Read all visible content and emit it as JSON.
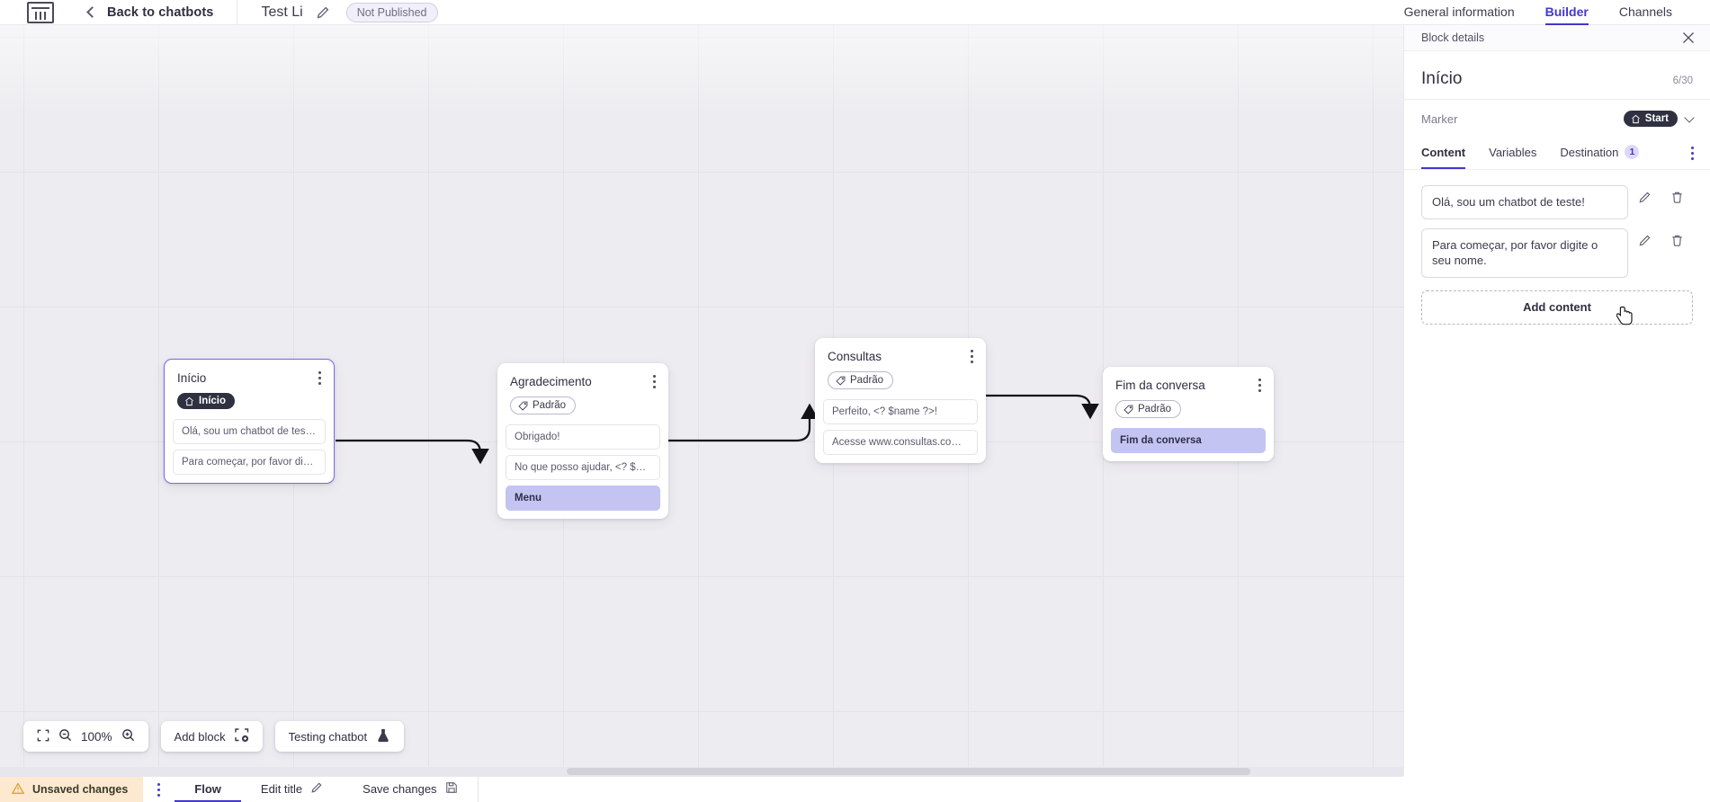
{
  "header": {
    "logo_icon": "app-logo-icon",
    "back_label": "Back to chatbots",
    "bot_name": "Test Li",
    "edit_icon": "pencil-icon",
    "status_badge": "Not Published",
    "tabs": [
      {
        "label": "General information",
        "active": false
      },
      {
        "label": "Builder",
        "active": true
      },
      {
        "label": "Channels",
        "active": false
      }
    ]
  },
  "canvas": {
    "zoom_level": "100%",
    "fit_icon": "fit-screen-icon",
    "zoom_out_icon": "zoom-out-icon",
    "zoom_in_icon": "zoom-in-icon",
    "add_block_label": "Add block",
    "add_block_icon": "add-block-icon",
    "testing_label": "Testing chatbot",
    "testing_icon": "flask-icon",
    "blocks": [
      {
        "id": "inicio",
        "title": "Início",
        "tag": "Início",
        "tag_type": "start",
        "selected": true,
        "messages": [
          {
            "text": "Olá, sou um chatbot de teste!",
            "highlight": false
          },
          {
            "text": "Para começar, por favor digite o ...",
            "highlight": false
          }
        ]
      },
      {
        "id": "agradecimento",
        "title": "Agradecimento",
        "tag": "Padrão",
        "tag_type": "padrao",
        "selected": false,
        "messages": [
          {
            "text": "Obrigado!",
            "highlight": false
          },
          {
            "text": "No que posso ajudar, <? $name ...",
            "highlight": false
          },
          {
            "text": "Menu",
            "highlight": true
          }
        ]
      },
      {
        "id": "consultas",
        "title": "Consultas",
        "tag": "Padrão",
        "tag_type": "padrao",
        "selected": false,
        "messages": [
          {
            "text": "Perfeito, <? $name ?>!",
            "highlight": false
          },
          {
            "text": "Acesse www.consultas.com par...",
            "highlight": false
          }
        ]
      },
      {
        "id": "fim",
        "title": "Fim da conversa",
        "tag": "Padrão",
        "tag_type": "padrao",
        "selected": false,
        "messages": [
          {
            "text": "Fim da conversa",
            "highlight": true
          }
        ]
      }
    ]
  },
  "panel": {
    "header_label": "Block details",
    "close_icon": "close-icon",
    "title": "Início",
    "char_count": "6/30",
    "marker_label": "Marker",
    "marker_value": "Start",
    "marker_icon": "home-icon",
    "marker_chevron": "chevron-down-icon",
    "tabs": [
      {
        "label": "Content",
        "active": true,
        "badge": null
      },
      {
        "label": "Variables",
        "active": false,
        "badge": null
      },
      {
        "label": "Destination",
        "active": false,
        "badge": "1"
      }
    ],
    "overflow_icon": "more-vertical-icon",
    "contents": [
      {
        "text": "Olá, sou um chatbot de teste!",
        "edit_icon": "pencil-icon",
        "delete_icon": "trash-icon"
      },
      {
        "text": "Para começar, por favor digite o seu nome.",
        "edit_icon": "pencil-icon",
        "delete_icon": "trash-icon"
      }
    ],
    "add_content_label": "Add content"
  },
  "bottombar": {
    "unsaved_label": "Unsaved changes",
    "warning_icon": "warning-triangle-icon",
    "menu_icon": "more-vertical-icon",
    "items": [
      {
        "label": "Flow",
        "active": true,
        "icon": null
      },
      {
        "label": "Edit title",
        "active": false,
        "icon": "pencil-icon"
      },
      {
        "label": "Save changes",
        "active": false,
        "icon": "save-icon"
      }
    ]
  },
  "colors": {
    "accent": "#4338ca",
    "selected_block_border": "#7b68ee",
    "highlight_message": "#c3c4f2",
    "unsaved_bg": "#fde9cf",
    "marker_dark": "#2f3040"
  }
}
